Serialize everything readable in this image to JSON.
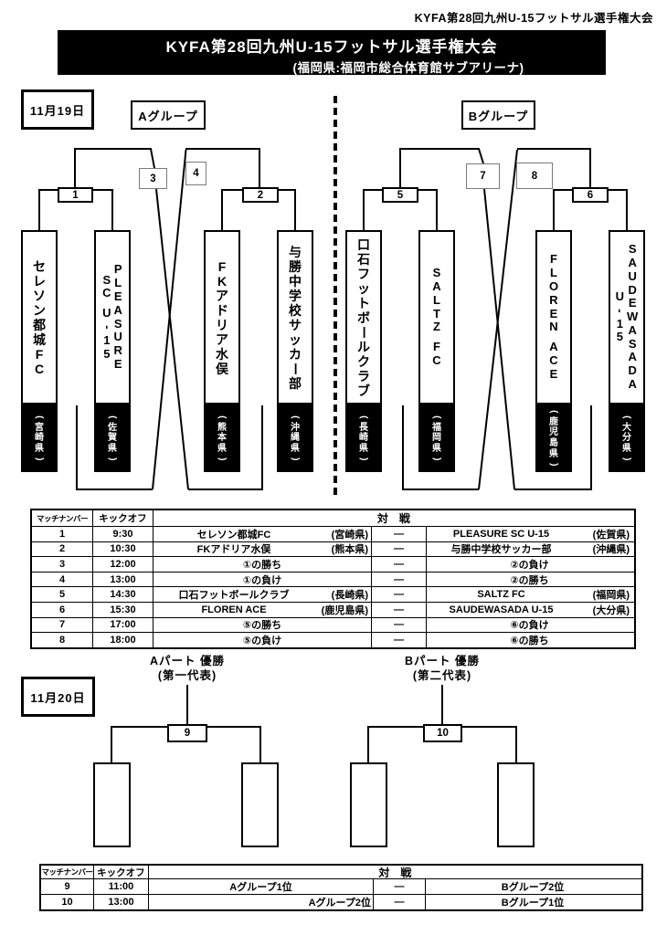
{
  "corner_title": "KYFA第28回九州U-15フットサル選手権大会",
  "title_bar": {
    "line1": "KYFA第28回九州U-15フットサル選手権大会",
    "line2": "(福岡県:福岡市総合体育館サブアリーナ)"
  },
  "colors": {
    "ink": "#000000",
    "paper": "#ffffff"
  },
  "day1": {
    "date_label": "11月19日",
    "groups": [
      {
        "label": "Aグループ",
        "match_numbers": [
          "1",
          "2",
          "3",
          "4"
        ],
        "teams": [
          {
            "name": "セレソン都城FC",
            "columns": [
              "セレソン都城FC"
            ],
            "prefecture": "(宮崎県)"
          },
          {
            "name": "PLEASURE SC U-15",
            "columns": [
              "SC U-15",
              "PLEASURE"
            ],
            "prefecture": "(佐賀県)"
          },
          {
            "name": "FKアドリア水俣",
            "columns": [
              "FKアドリア水俣"
            ],
            "prefecture": "(熊本県)"
          },
          {
            "name": "与勝中学校サッカー部",
            "columns": [
              "与勝中学校サッカー部"
            ],
            "prefecture": "(沖縄県)"
          }
        ]
      },
      {
        "label": "Bグループ",
        "match_numbers": [
          "5",
          "6",
          "7",
          "8"
        ],
        "teams": [
          {
            "name": "口石フットボールクラブ",
            "columns": [
              "口石フットボールクラブ"
            ],
            "prefecture": "(長崎県)"
          },
          {
            "name": "SALTZ FC",
            "columns": [
              "SALTZ FC"
            ],
            "prefecture": "(福岡県)"
          },
          {
            "name": "FLOREN ACE",
            "columns": [
              "FLOREN ACE"
            ],
            "prefecture": "(鹿児島県)"
          },
          {
            "name": "SAUDEWASADA U-15",
            "columns": [
              "U-15",
              "SAUDEWASADA"
            ],
            "prefecture": "(大分県)"
          }
        ]
      }
    ]
  },
  "schedule_day1": {
    "headers": {
      "match_no": "マッチナンバー",
      "kickoff": "キックオフ",
      "versus": "対　戦"
    },
    "rows": [
      {
        "no": "1",
        "time": "9:30",
        "home": "セレソン都城FC",
        "home_pref": "(宮崎県)",
        "vs": "—",
        "away": "PLEASURE SC U-15",
        "away_pref": "(佐賀県)"
      },
      {
        "no": "2",
        "time": "10:30",
        "home": "FKアドリア水俣",
        "home_pref": "(熊本県)",
        "vs": "—",
        "away": "与勝中学校サッカー部",
        "away_pref": "(沖縄県)"
      },
      {
        "no": "3",
        "time": "12:00",
        "home": "①の勝ち",
        "vs": "—",
        "away": "②の負け"
      },
      {
        "no": "4",
        "time": "13:00",
        "home": "①の負け",
        "vs": "—",
        "away": "②の勝ち"
      },
      {
        "no": "5",
        "time": "14:30",
        "home": "口石フットボールクラブ",
        "home_pref": "(長崎県)",
        "vs": "—",
        "away": "SALTZ FC",
        "away_pref": "(福岡県)"
      },
      {
        "no": "6",
        "time": "15:30",
        "home": "FLOREN ACE",
        "home_pref": "(鹿児島県)",
        "vs": "—",
        "away": "SAUDEWASADA U-15",
        "away_pref": "(大分県)"
      },
      {
        "no": "7",
        "time": "17:00",
        "home": "⑤の勝ち",
        "vs": "—",
        "away": "⑥の負け"
      },
      {
        "no": "8",
        "time": "18:00",
        "home": "⑤の負け",
        "vs": "—",
        "away": "⑥の勝ち"
      }
    ]
  },
  "day2": {
    "date_label": "11月20日",
    "finals": [
      {
        "title": "Aパート 優勝",
        "subtitle": "(第一代表)",
        "match_number": "9"
      },
      {
        "title": "Bパート 優勝",
        "subtitle": "(第二代表)",
        "match_number": "10"
      }
    ]
  },
  "schedule_day2": {
    "headers": {
      "match_no": "マッチナンバー",
      "kickoff": "キックオフ",
      "versus": "対　戦"
    },
    "rows": [
      {
        "no": "9",
        "time": "11:00",
        "home": "Aグループ1位",
        "vs": "—",
        "away": "Bグループ2位"
      },
      {
        "no": "10",
        "time": "13:00",
        "home": "Aグループ2位",
        "home_align": "right",
        "vs": "—",
        "away": "Bグループ1位"
      }
    ]
  }
}
